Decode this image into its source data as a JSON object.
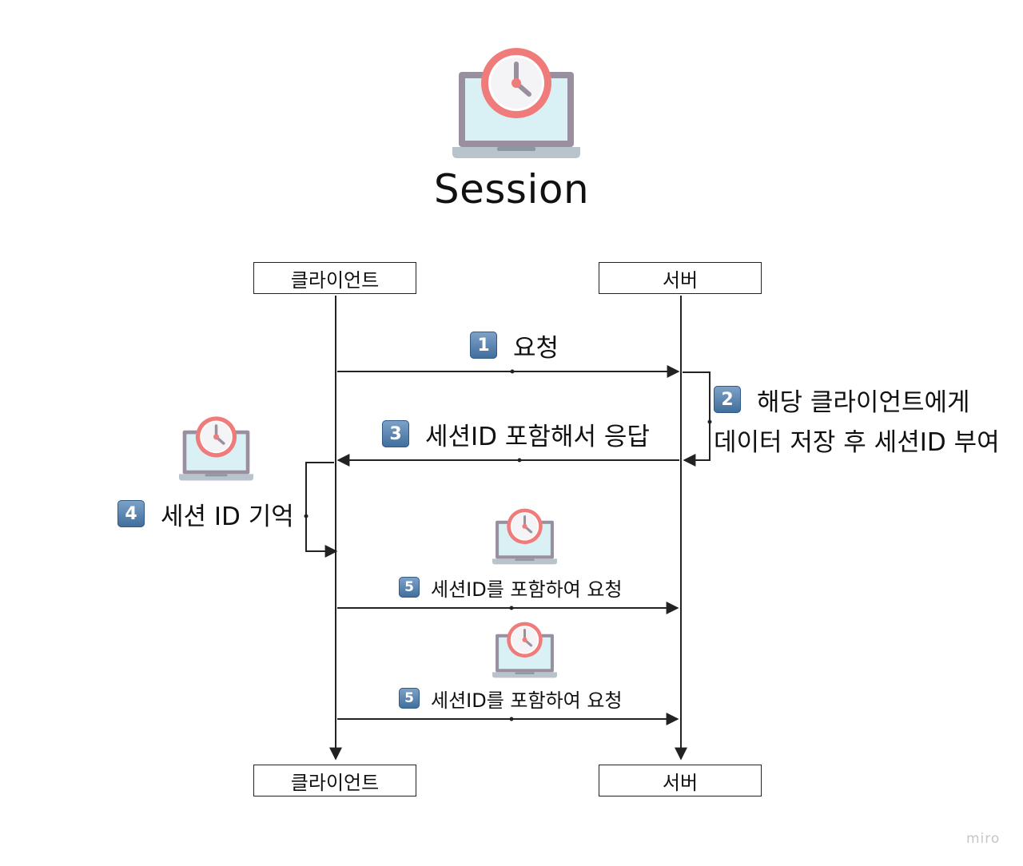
{
  "title": "Session",
  "participants": {
    "client": "클라이언트",
    "server": "서버"
  },
  "steps": [
    {
      "badge": "1",
      "text": "요청"
    },
    {
      "badge": "2",
      "line1": "해당 클라이언트에게",
      "line2": "데이터 저장 후 세션ID 부여"
    },
    {
      "badge": "3",
      "text": "세션ID 포함해서 응답"
    },
    {
      "badge": "4",
      "text": "세션 ID 기억"
    },
    {
      "badge": "5",
      "text": "세션ID를 포함하여 요청"
    },
    {
      "badge": "5",
      "text": "세션ID를 포함하여 요청"
    }
  ],
  "icons": {
    "session": "laptop-clock-icon"
  },
  "colors": {
    "clock": "#f07b7b",
    "screen": "#d9f1f5",
    "laptop": "#9a8f9e",
    "badge": "#4f7cab"
  },
  "watermark": "miro"
}
